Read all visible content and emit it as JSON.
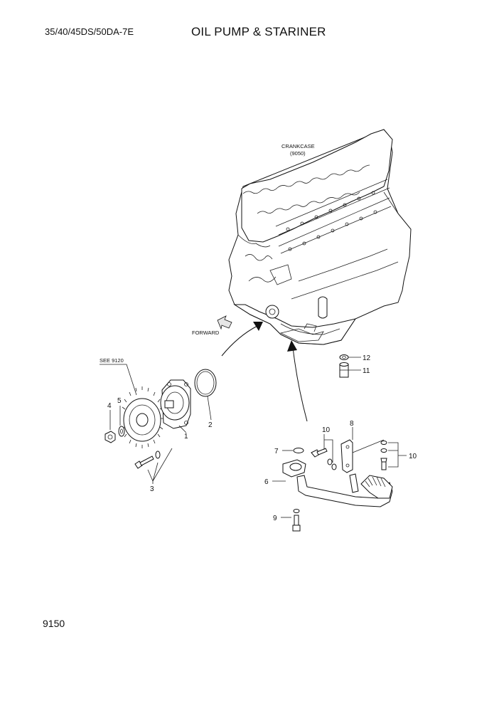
{
  "header": {
    "model": "35/40/45DS/50DA-7E",
    "title": "OIL PUMP & STARINER"
  },
  "footer": {
    "page_number": "9150"
  },
  "annotations": {
    "crankcase": "CRANKCASE",
    "crankcase_ref": "(9050)",
    "forward": "FORWARD",
    "see_ref": "SEE 9120"
  },
  "callouts": {
    "p1": "1",
    "p2": "2",
    "p3": "3",
    "p4": "4",
    "p5": "5",
    "p6": "6",
    "p7": "7",
    "p8": "8",
    "p9": "9",
    "p10a": "10",
    "p10b": "10",
    "p11": "11",
    "p12": "12"
  }
}
